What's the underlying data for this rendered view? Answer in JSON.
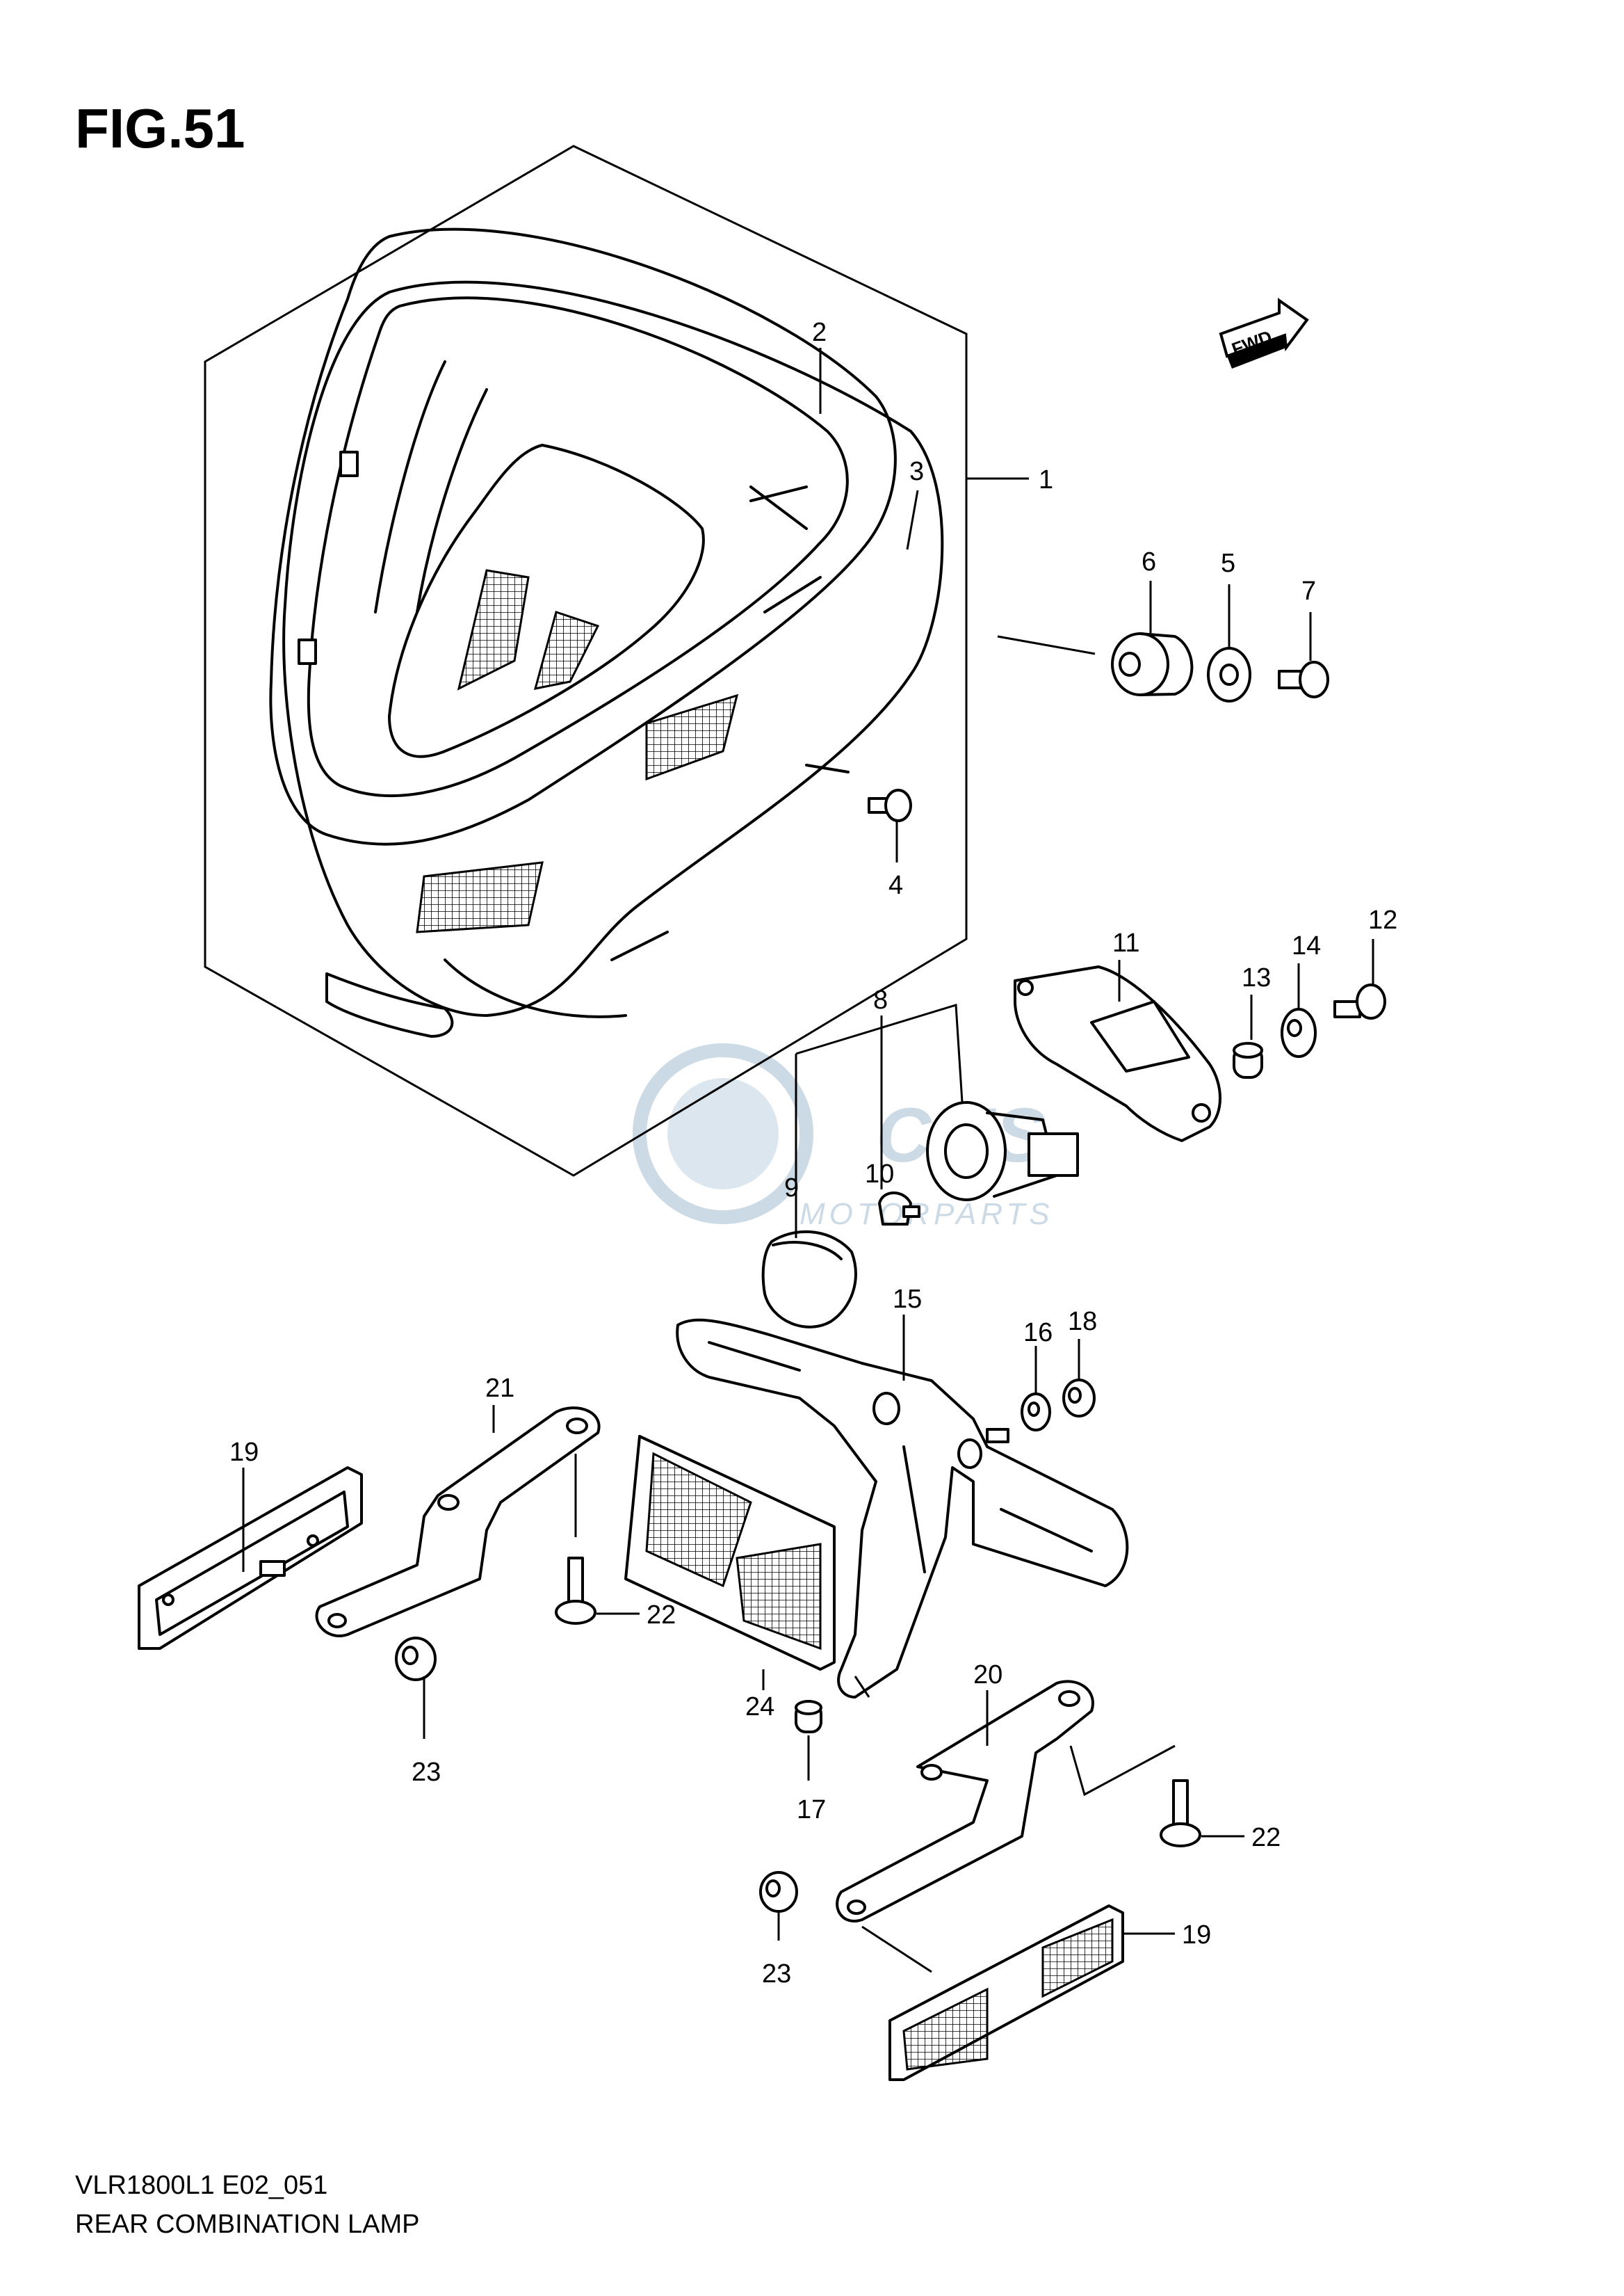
{
  "title": "FIG.51",
  "code": "VLR1800L1 E02_051",
  "caption": "REAR COMBINATION LAMP",
  "fwd_label": "FWD",
  "watermark": {
    "brand": "CMS",
    "sub": "MOTORPARTS",
    "color": "#c7d7e3"
  },
  "callouts": {
    "c1": "1",
    "c2": "2",
    "c3": "3",
    "c4": "4",
    "c5": "5",
    "c6": "6",
    "c7": "7",
    "c8": "8",
    "c9": "9",
    "c10": "10",
    "c11": "11",
    "c12": "12",
    "c13": "13",
    "c14": "14",
    "c15": "15",
    "c16": "16",
    "c17": "17",
    "c18": "18",
    "c19a": "19",
    "c19b": "19",
    "c20": "20",
    "c21": "21",
    "c22a": "22",
    "c22b": "22",
    "c23a": "23",
    "c23b": "23",
    "c24": "24"
  }
}
